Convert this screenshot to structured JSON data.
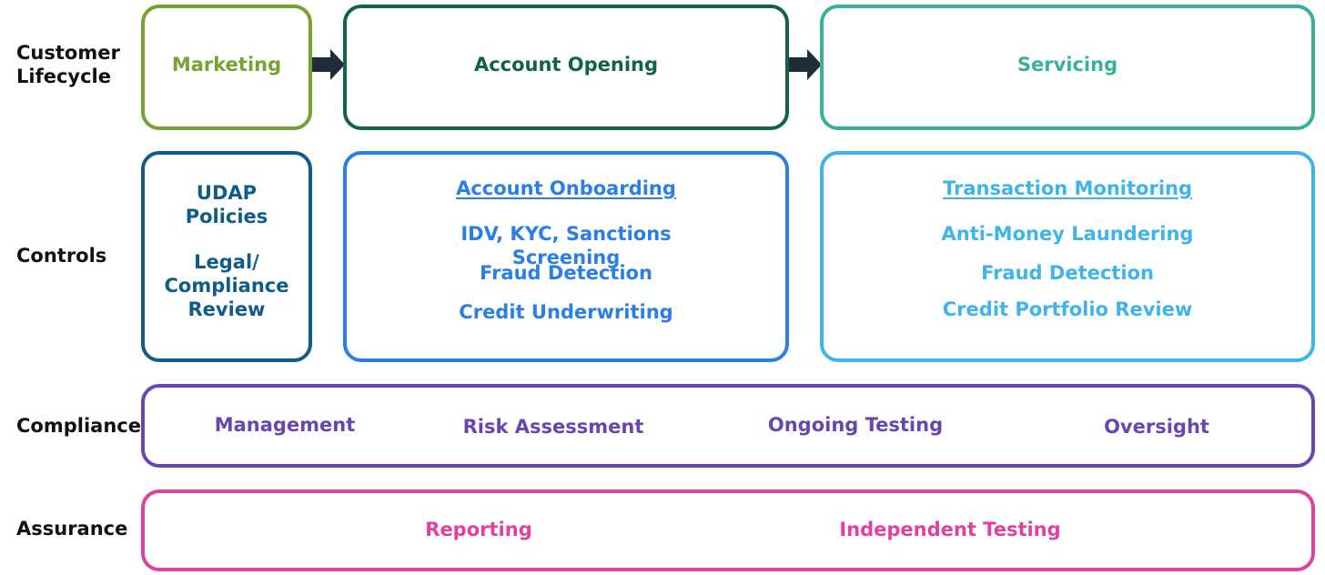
{
  "row_labels": {
    "lifecycle": "Customer\nLifecycle",
    "controls": "Controls",
    "compliance": "Compliance",
    "assurance": "Assurance"
  },
  "lifecycle": {
    "marketing": "Marketing",
    "account_opening": "Account Opening",
    "servicing": "Servicing"
  },
  "controls": {
    "marketing_box": {
      "udap": "UDAP\nPolicies",
      "legal": "Legal/\nCompliance\nReview"
    },
    "opening_box": {
      "heading": "Account Onboarding",
      "idv": "IDV, KYC, Sanctions\nScreening",
      "fraud": "Fraud Detection",
      "credit": "Credit Underwriting"
    },
    "servicing_box": {
      "heading": "Transaction Monitoring",
      "aml": "Anti-Money Laundering",
      "fraud": "Fraud Detection",
      "credit": "Credit Portfolio Review"
    }
  },
  "compliance": {
    "items": [
      "Management",
      "Risk Assessment",
      "Ongoing Testing",
      "Oversight"
    ]
  },
  "assurance": {
    "items": [
      "Reporting",
      "Independent Testing"
    ]
  },
  "colors": {
    "marketing": "#76a230",
    "account_opening": "#106349",
    "servicing": "#38b09a",
    "controls_marketing": "#0f5b8a",
    "controls_opening": "#2b7de8",
    "controls_servicing": "#3fb3ec",
    "compliance": "#6845b0",
    "assurance": "#e040a0",
    "arrow": "#1f2d3a"
  }
}
